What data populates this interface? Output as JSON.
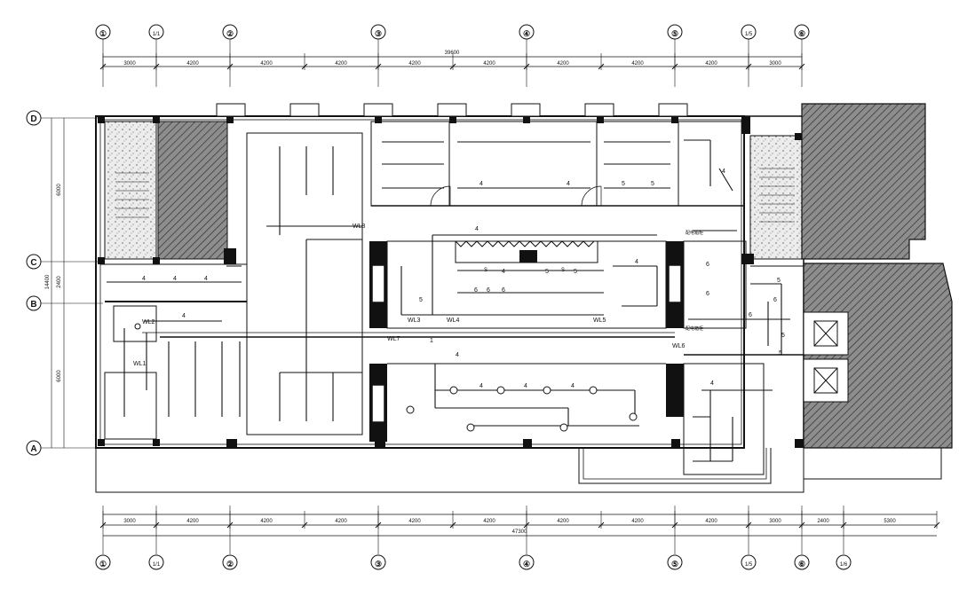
{
  "grid_top": [
    "①",
    "1/1",
    "②",
    "③",
    "④",
    "⑤",
    "1/5",
    "⑥"
  ],
  "grid_bottom": [
    "①",
    "1/1",
    "②",
    "③",
    "④",
    "⑤",
    "1/5",
    "⑥",
    "1/6"
  ],
  "grid_left": [
    "D",
    "C",
    "B",
    "A"
  ],
  "dims_top": [
    "3000",
    "4200",
    "4200",
    "4200",
    "4200",
    "4200",
    "4200",
    "4200",
    "4200",
    "3000"
  ],
  "dims_top_total": "39600",
  "dims_bottom": [
    "3000",
    "4200",
    "4200",
    "4200",
    "4200",
    "4200",
    "4200",
    "4200",
    "4200",
    "3000",
    "2400",
    "5300"
  ],
  "dims_bottom_total": "47300",
  "dims_left": [
    "6000",
    "2400",
    "6000"
  ],
  "dims_left_total": "14400",
  "circuit_labels": [
    "WL8",
    "WL2",
    "WL1",
    "WL3",
    "WL4",
    "WL5",
    "WL6",
    "WL7"
  ],
  "room_labels": [
    "配电箱柜",
    "配电箱柜"
  ],
  "marks": [
    "4",
    "5",
    "6",
    "S",
    "1"
  ],
  "colors": {
    "line": "#111111",
    "hatch_fill": "#9a9a9a",
    "stair_fill": "#e9e9e9",
    "background": "#ffffff"
  }
}
